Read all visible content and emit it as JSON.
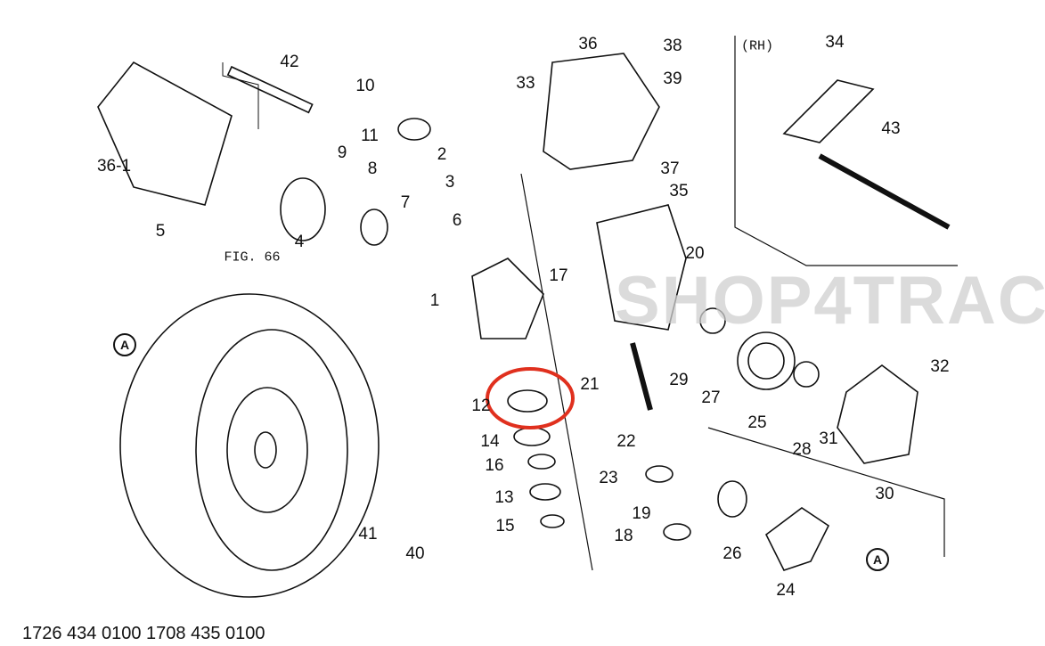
{
  "watermark": "SHOP4TRAC",
  "figure_ref": "FIG. 66",
  "side_label": "(RH)",
  "part_numbers": [
    "42",
    "10",
    "11",
    "36-1",
    "9",
    "8",
    "2",
    "3",
    "7",
    "6",
    "5",
    "4",
    "1",
    "36",
    "38",
    "39",
    "33",
    "34",
    "43",
    "37",
    "35",
    "20",
    "17",
    "29",
    "27",
    "21",
    "25",
    "28",
    "31",
    "32",
    "30",
    "12",
    "14",
    "16",
    "13",
    "15",
    "22",
    "23",
    "19",
    "18",
    "26",
    "24",
    "41",
    "40"
  ],
  "arrow_label": "A",
  "footer_text": "1726 434 0100 1708 435 0100",
  "highlight_color": "#e0301e",
  "highlighted_part": "12"
}
